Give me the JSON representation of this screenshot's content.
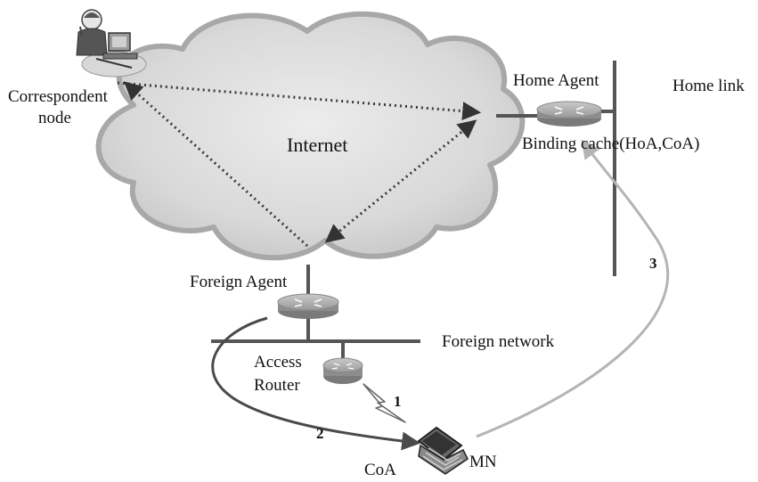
{
  "labels": {
    "correspondent_line1": "Correspondent",
    "correspondent_line2": "node",
    "internet": "Internet",
    "home_agent": "Home Agent",
    "home_link": "Home link",
    "binding_cache": "Binding cache(HoA,CoA)",
    "foreign_agent": "Foreign Agent",
    "foreign_network": "Foreign network",
    "access_line1": "Access",
    "access_line2": "Router",
    "coa": "CoA",
    "mn": "MN"
  },
  "steps": [
    "1",
    "2",
    "3"
  ],
  "colors": {
    "cloud_fill": "#d6d6d6",
    "cloud_edge": "#a8a8a8",
    "tunnel_dotted": "#3a3a3a",
    "registration_arrow": "#b4b4b4",
    "link_line": "#555555",
    "router_body": "#8d8d8d"
  }
}
